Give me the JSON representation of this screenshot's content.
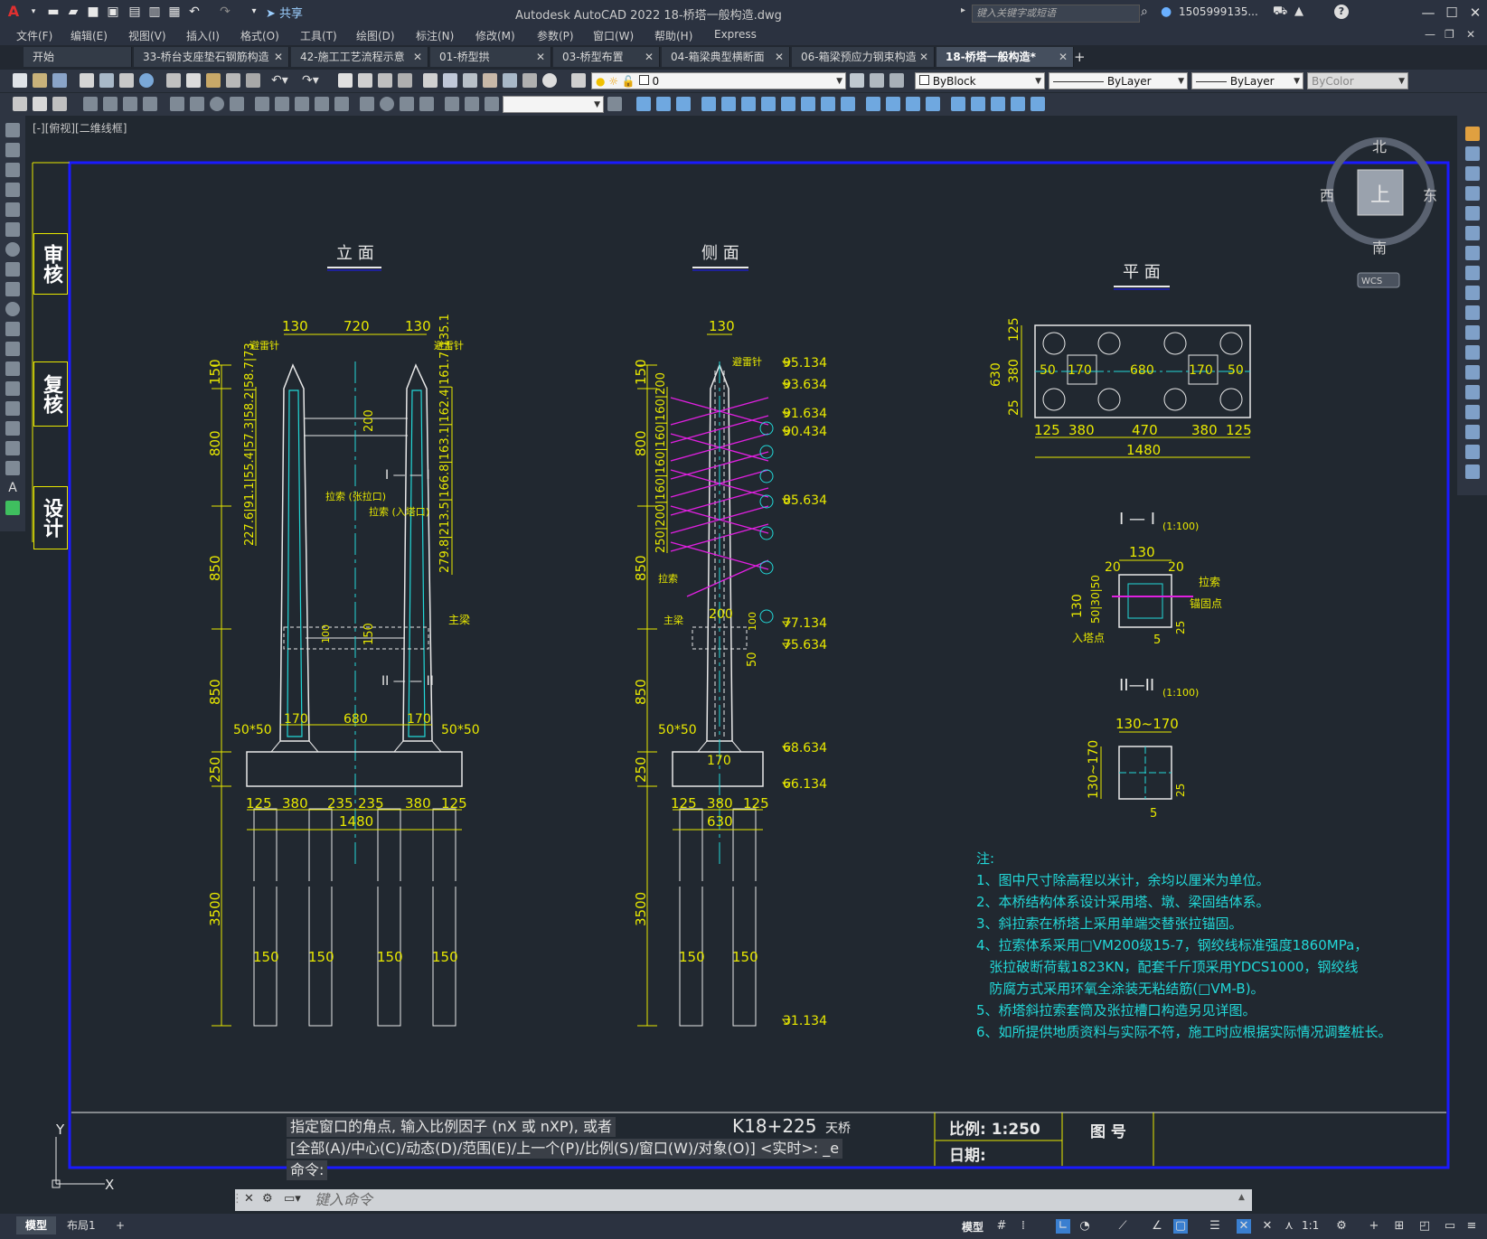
{
  "app": {
    "title": "Autodesk AutoCAD 2022    18-桥塔一般构造.dwg",
    "share_label": "共享",
    "search_placeholder": "键入关键字或短语",
    "user": "1505999135...",
    "logo": "A"
  },
  "menu": [
    "文件(F)",
    "编辑(E)",
    "视图(V)",
    "插入(I)",
    "格式(O)",
    "工具(T)",
    "绘图(D)",
    "标注(N)",
    "修改(M)",
    "参数(P)",
    "窗口(W)",
    "帮助(H)",
    "Express"
  ],
  "tabs": [
    {
      "label": "开始",
      "close": ""
    },
    {
      "label": "33-桥台支座垫石钢筋构造",
      "close": "✕"
    },
    {
      "label": "42-施工工艺流程示意",
      "close": "✕"
    },
    {
      "label": "01-桥型拱",
      "close": "✕"
    },
    {
      "label": "03-桥型布置",
      "close": "✕"
    },
    {
      "label": "04-箱梁典型横断面",
      "close": "✕"
    },
    {
      "label": "06-箱梁预应力钢束构造",
      "close": "✕"
    },
    {
      "label": "18-桥塔一般构造*",
      "close": "✕"
    }
  ],
  "new_tab": "+",
  "properties": {
    "layer": "0",
    "color": "ByBlock",
    "linetype": "ByLayer",
    "lineweight": "ByLayer",
    "plotstyle": "ByColor"
  },
  "viewport_label": "[-][俯视][二维线框]",
  "viewcube": {
    "north": "北",
    "south": "南",
    "east": "东",
    "west": "西",
    "top": "上",
    "wcs": "WCS"
  },
  "title_block_side": [
    "审核",
    "复核",
    "设计"
  ],
  "views": {
    "elevation": "立 面",
    "side": "侧 面",
    "plan": "平 面",
    "section1": "I — I",
    "section1_scale": "(1:100)",
    "section2": "II—II",
    "section2_scale": "(1:100)"
  },
  "elevation_labels": {
    "top_dims": [
      "130",
      "720",
      "130"
    ],
    "lightning_left": "避雷针",
    "lightning_right": "避雷针",
    "left_heights": [
      "150",
      "800",
      "850",
      "850",
      "250",
      "3500"
    ],
    "left_stack": "227.6|91.1|55.4|57.3|58.2|58.7|73",
    "right_stack": "279.8|213.5|166.8|163.1|162.4|161.7|135.1",
    "cable_left": "拉索\n(张拉口)",
    "cable_right": "拉索\n(入塔口)",
    "inner_200": "200",
    "inner_100": "100",
    "inner_150": "150",
    "section_mark_1": "I — — I",
    "section_mark_2": "II — — II",
    "main_beam": "主梁",
    "chamfer_left": "50*50",
    "chamfer_right": "50*50",
    "base_dims": [
      "170",
      "680",
      "170"
    ],
    "cap_dims": [
      "125",
      "380",
      "235",
      "235",
      "380",
      "125"
    ],
    "cap_total": "1480",
    "pile_dims": [
      "150",
      "150",
      "150",
      "150"
    ]
  },
  "side_labels": {
    "top_dim": "130",
    "lightning": "避雷针",
    "left_heights": [
      "150",
      "800",
      "850",
      "850",
      "250",
      "3500"
    ],
    "left_stack": "250|200|160|160|160|160|200",
    "cable": "拉索",
    "main_beam": "主梁",
    "dim_200": "200",
    "dim_100": "100",
    "dim_50": "50",
    "chamfer": "50*50",
    "base": "170",
    "cap_dims": [
      "125",
      "380",
      "125"
    ],
    "cap_total": "630",
    "pile_dims": [
      "150",
      "150"
    ],
    "elevations": [
      "95.134",
      "93.634",
      "91.634",
      "90.434",
      "85.634",
      "77.134",
      "75.634",
      "68.634",
      "66.134",
      "31.134"
    ]
  },
  "plan_labels": {
    "left_dims": [
      "630",
      "380",
      "125",
      "25"
    ],
    "inner": [
      "50",
      "170",
      "680",
      "170",
      "50"
    ],
    "bottom": [
      "125",
      "380",
      "470",
      "380",
      "125"
    ],
    "total": "1480"
  },
  "section1_labels": {
    "width": "130",
    "left": "20",
    "right": "20",
    "cable": "拉索",
    "anchor": "锚固点",
    "entry": "入塔点",
    "height": "130",
    "sub": "50|30|50",
    "d5": "5",
    "d25": "25"
  },
  "section2_labels": {
    "width": "130~170",
    "height": "130~170",
    "d5": "5",
    "d25": "25"
  },
  "notes": [
    "注:",
    "1、图中尺寸除高程以米计，余均以厘米为单位。",
    "2、本桥结构体系设计采用塔、墩、梁固结体系。",
    "3、斜拉索在桥塔上采用单端交替张拉锚固。",
    "4、拉索体系采用□VM200级15-7，钢绞线标准强度1860MPa，",
    "   张拉破断荷载1823KN，配套千斤顶采用YDCS1000，钢绞线",
    "   防腐方式采用环氧全涂装无粘结筋(□VM-B)。",
    "5、桥塔斜拉索套筒及张拉槽口构造另见详图。",
    "6、如所提供地质资料与实际不符，施工时应根据实际情况调整桩长。"
  ],
  "title_block": {
    "project": "K18+225",
    "project_suffix": "天桥",
    "scale": "比例: 1:250",
    "drawing_no": "图 号",
    "date": "日期:"
  },
  "command": {
    "history": [
      "指定窗口的角点, 输入比例因子 (nX 或 nXP), 或者",
      "[全部(A)/中心(C)/动态(D)/范围(E)/上一个(P)/比例(S)/窗口(W)/对象(O)] <实时>: _e",
      "命令:"
    ],
    "placeholder": "键入命令"
  },
  "ucs": {
    "y": "Y",
    "x": "X"
  },
  "layout_tabs": [
    "模型",
    "布局1"
  ],
  "layout_add": "+",
  "status": {
    "model": "模型",
    "scale": "1:1"
  },
  "colors": {
    "dim": "#e8e800",
    "geometry": "#e8e8e8",
    "cyan": "#22d8d8",
    "magenta": "#e020e0",
    "frame": "#1a1aff"
  }
}
